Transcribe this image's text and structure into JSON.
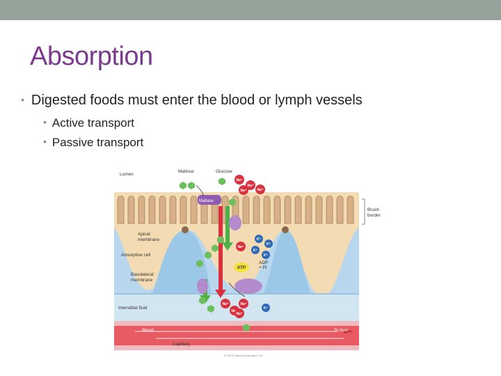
{
  "slide": {
    "title": "Absorption",
    "bullets": [
      {
        "text": "Digested foods must enter the blood or lymph vessels",
        "sub": [
          "Active transport",
          "Passive transport"
        ]
      }
    ]
  },
  "figure": {
    "labels": {
      "lumen": "Lumen",
      "maltose": "Maltose",
      "glucose": "Glucose",
      "maltase": "Maltase",
      "brush_border": "Brush\nborder",
      "apical_membrane": "Apical\nmembrane",
      "absorptive_cell": "Absorptive cell",
      "basolateral_membrane": "Basolateral\nmembrane",
      "interstitial_fluid": "Interstitial fluid",
      "blood": "Blood",
      "to_liver": "To liver",
      "capillary": "Capillary",
      "atp": "ATP",
      "adp": "ADP\n+ Pi",
      "na_ion": "Na⁺",
      "k_ion": "K⁺",
      "copyright": "© 2014 Pearson Education, Inc."
    }
  },
  "colors": {
    "title": "#7a3a8e",
    "top_bar": "#95a39a",
    "lumen_bg": "#f3dcb4",
    "villus": "#d7b088",
    "cell": "#b8d7ee",
    "interstitial": "#d2e6f2",
    "blood": "#e85b63",
    "na": "#d9323e",
    "k": "#2e68b7",
    "glucose": "#6cbf5c"
  }
}
